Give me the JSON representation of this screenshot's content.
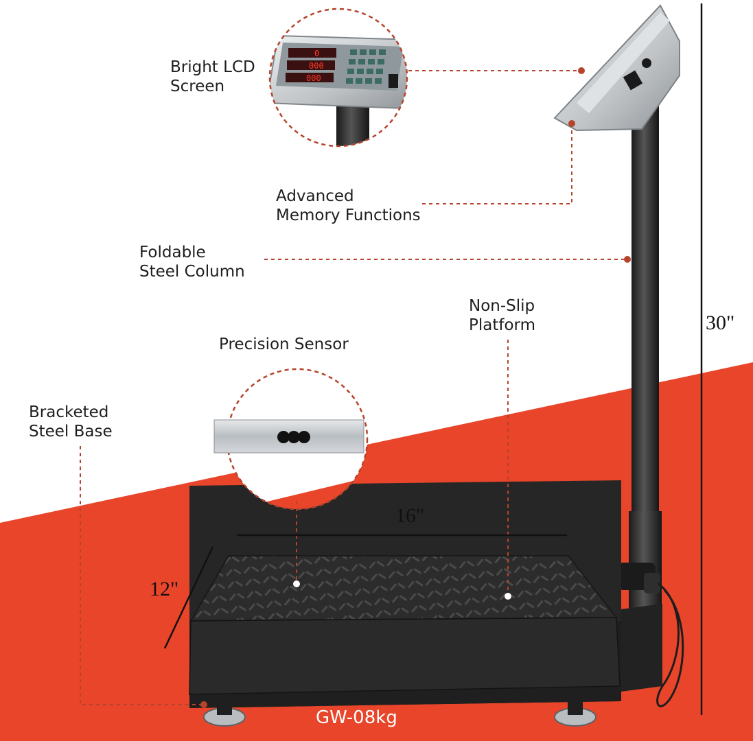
{
  "image": {
    "description_colors": {
      "background_top": "#ffffff",
      "background_bottom": "#e8452a",
      "leader_line": "#b5442c",
      "scale_body": "#2b2b2b",
      "steel": "#c9cdd0"
    }
  },
  "callouts": {
    "bright_lcd": {
      "line1": "Bright LCD",
      "line2": "Screen"
    },
    "memory": {
      "line1": "Advanced",
      "line2": "Memory Functions"
    },
    "column": {
      "line1": "Foldable",
      "line2": "Steel Column"
    },
    "platform": {
      "line1": "Non-Slip",
      "line2": "Platform"
    },
    "sensor": {
      "line1": "Precision Sensor"
    },
    "base": {
      "line1": "Bracketed",
      "line2": "Steel Base"
    }
  },
  "dimensions": {
    "height": "30\"",
    "width": "16\"",
    "depth": "12\""
  },
  "model_label": "GW-08kg"
}
